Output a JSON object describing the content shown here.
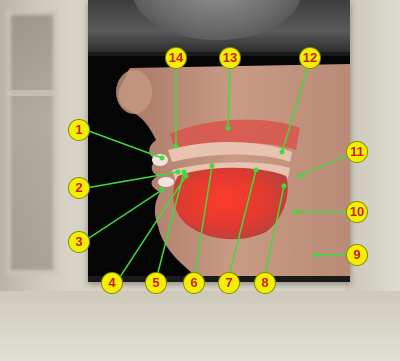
{
  "diagram": {
    "callouts": [
      {
        "id": "1",
        "label": "1"
      },
      {
        "id": "2",
        "label": "2"
      },
      {
        "id": "3",
        "label": "3"
      },
      {
        "id": "4",
        "label": "4"
      },
      {
        "id": "5",
        "label": "5"
      },
      {
        "id": "6",
        "label": "6"
      },
      {
        "id": "7",
        "label": "7"
      },
      {
        "id": "8",
        "label": "8"
      },
      {
        "id": "9",
        "label": "9"
      },
      {
        "id": "10",
        "label": "10"
      },
      {
        "id": "11",
        "label": "11"
      },
      {
        "id": "12",
        "label": "12"
      },
      {
        "id": "13",
        "label": "13"
      },
      {
        "id": "14",
        "label": "14"
      }
    ],
    "colors": {
      "badge_fill": "#f2f000",
      "badge_text": "#d11a1a",
      "leader_line": "#3ddc3d",
      "skin": "#c99a84",
      "palate_band": "#d9534a",
      "tongue": "#e23a2f"
    }
  }
}
